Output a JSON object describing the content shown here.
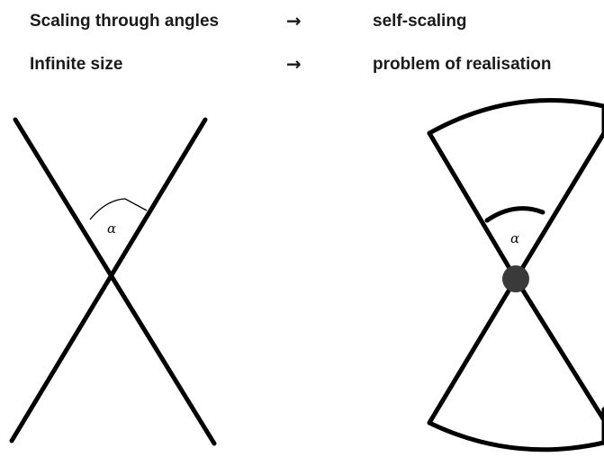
{
  "statements": [
    {
      "left": "Scaling through angles",
      "arrow": "→",
      "right": "self-scaling"
    },
    {
      "left": "Infinite size",
      "arrow": "→",
      "right": "problem of realisation"
    }
  ],
  "left_diagram": {
    "angle_label": "α"
  },
  "right_diagram": {
    "angle_label": "α"
  },
  "colors": {
    "line": "#000000",
    "feed_point": "#3a3a3a"
  }
}
